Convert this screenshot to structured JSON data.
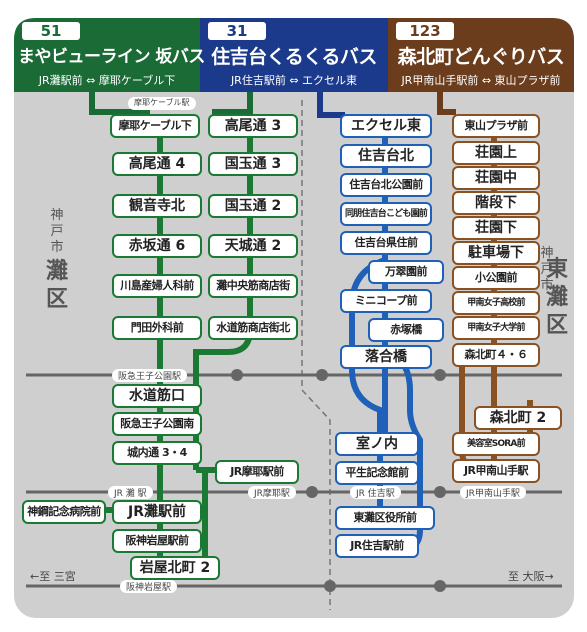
{
  "routes": [
    {
      "number": "51",
      "name": "まやビューライン 坂バス",
      "sub": "JR灘駅前 ⇔ 摩耶ケーブル下",
      "color": "#1a6b35"
    },
    {
      "number": "31",
      "name": "住吉台くるくるバス",
      "sub": "JR住吉駅前 ⇔ エクセル東",
      "color": "#1c3a8c"
    },
    {
      "number": "123",
      "name": "森北町どんぐりバス",
      "sub": "JR甲南山手駅前 ⇔ 東山プラザ前",
      "color": "#6b3d1c"
    }
  ],
  "stops_green": [
    "摩耶ケーブル下",
    "高尾通 4",
    "観音寺北",
    "赤坂通 6",
    "川島産婦人科前",
    "門田外科前",
    "水道筋口",
    "阪急王子公園南",
    "城内通 3・4",
    "JR灘駅前",
    "阪神岩屋駅前",
    "岩屋北町 2",
    "高尾通 3",
    "国玉通 3",
    "国玉通 2",
    "天城通 2",
    "灘中央筋商店街",
    "水道筋商店街北",
    "JR摩耶駅前",
    "神鋼記念病院前"
  ],
  "top_tag": "摩耶ケーブル駅",
  "stops_blue": [
    "エクセル東",
    "住吉台北",
    "住吉台北公園前",
    "同朋住吉台こども園前",
    "住吉台県住前",
    "万翠園前",
    "ミニコープ前",
    "赤塚橋",
    "落合橋",
    "室ノ内",
    "平生記念館前",
    "東灘区役所前",
    "JR住吉駅前"
  ],
  "stops_brown": [
    "東山プラザ前",
    "荘園上",
    "荘園中",
    "階段下",
    "荘園下",
    "駐車場下",
    "小公園前",
    "甲南女子高校前",
    "甲南女子大学前",
    "森北町４・６",
    "森北町 2",
    "美容室SORA前",
    "JR甲南山手駅"
  ],
  "rail_labels": [
    "阪急王子公園駅",
    "JR 灘 駅",
    "JR摩耶駅",
    "JR 住吉駅",
    "JR甲南山手駅",
    "阪神岩屋駅"
  ],
  "ward_left": {
    "city": "神戸市",
    "ward": "灘区"
  },
  "ward_right": {
    "city": "神戸市",
    "ward": "東灘区"
  },
  "dir_left": "←至 三宮",
  "dir_right": "至 大阪→",
  "colors": {
    "green": "#1a7a33",
    "blue": "#1f60b8",
    "brown": "#8a5222",
    "rail": "#666666",
    "background": "#cfcfcf"
  }
}
